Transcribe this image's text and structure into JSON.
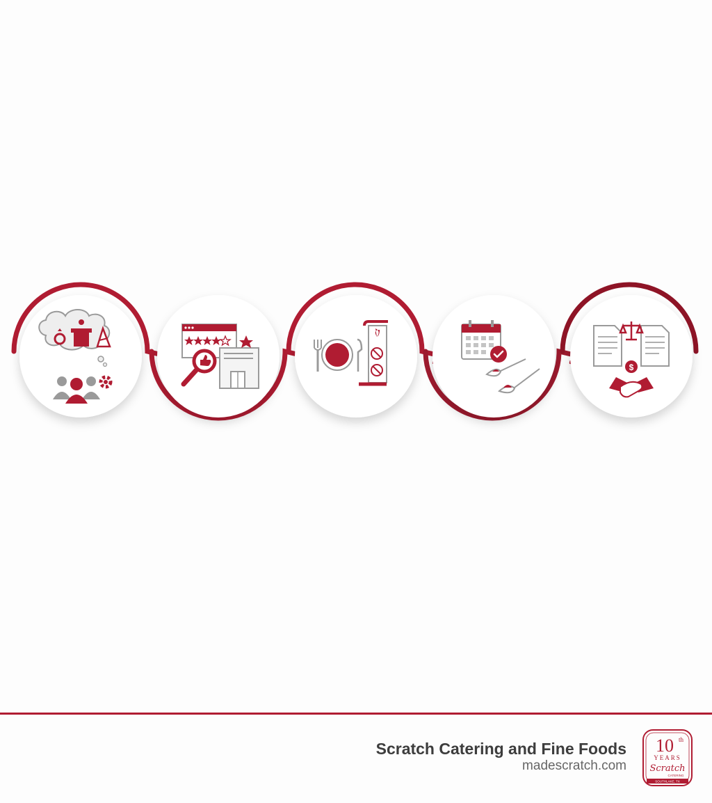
{
  "diagram": {
    "accent_color": "#b01c32",
    "dark_accent_color": "#8e1426",
    "neutral_color": "#9a9a9a",
    "steps": [
      {
        "icon": "event-types-icon"
      },
      {
        "icon": "reviews-search-icon"
      },
      {
        "icon": "menu-dietary-icon"
      },
      {
        "icon": "calendar-tasting-icon"
      },
      {
        "icon": "contract-handshake-icon"
      }
    ]
  },
  "footer": {
    "company_name": "Scratch Catering and Fine Foods",
    "website": "madescratch.com",
    "badge": {
      "number": "10",
      "suffix": "th",
      "years_label": "YEARS",
      "brand": "Scratch",
      "sub": "CATERING",
      "location": "SOUTHLAKE, TX"
    }
  }
}
